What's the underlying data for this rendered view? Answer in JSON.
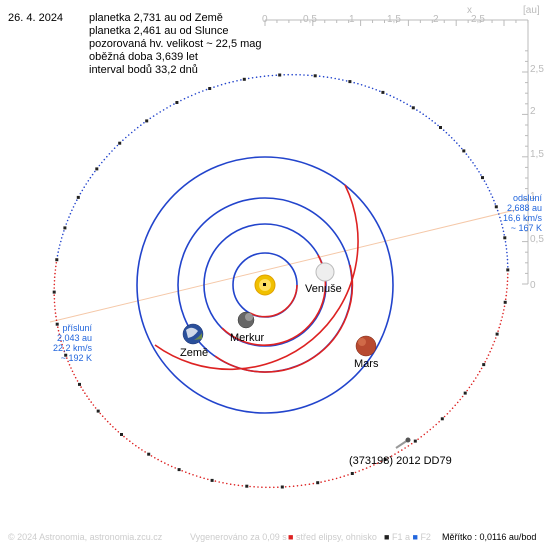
{
  "header": {
    "date": "26. 4. 2024",
    "info": [
      "planetka 2,731 au od Země",
      "planetka 2,461 au od Slunce",
      "pozorovaná hv. velikost ~ 22,5 mag",
      "oběžná doba 3,639 let",
      "interval bodů 33,2 dnů"
    ]
  },
  "axes": {
    "x_ticks": [
      "0",
      "0,5",
      "1",
      "1,5",
      "2",
      "2,5"
    ],
    "y_ticks": [
      "2,5",
      "2",
      "1,5",
      "1",
      "0,5",
      "0"
    ],
    "x_name": "x",
    "unit": "[au]"
  },
  "labels": {
    "venus": "Venuše",
    "mercury": "Merkur",
    "earth": "Země",
    "mars": "Mars",
    "asteroid": "(373198) 2012 DD79"
  },
  "aphelion": [
    "odsluní",
    "2,688 au",
    "16,6 km/s",
    "~ 167 K"
  ],
  "perihelion": [
    "přísluní",
    "2,043 au",
    "22,2 km/s",
    "~ 192 K"
  ],
  "footer": {
    "copyright": "© 2024 Astronomia, astronomia.zcu.cz",
    "generated": "Vygenerováno za 0,09 s",
    "legend_center": "střed elipsy, ohnisko",
    "legend_foci_1": "F1 a",
    "legend_foci_2": "F2",
    "scale": "Měřítko : 0,0116 au/bod"
  },
  "colors": {
    "orbit_north": "#2244cc",
    "orbit_south": "#dd2222",
    "axis": "#aaaaaa",
    "apsis_line": "#f5c8a8",
    "sun": "#f0c000",
    "label_blue": "#2266dd"
  }
}
